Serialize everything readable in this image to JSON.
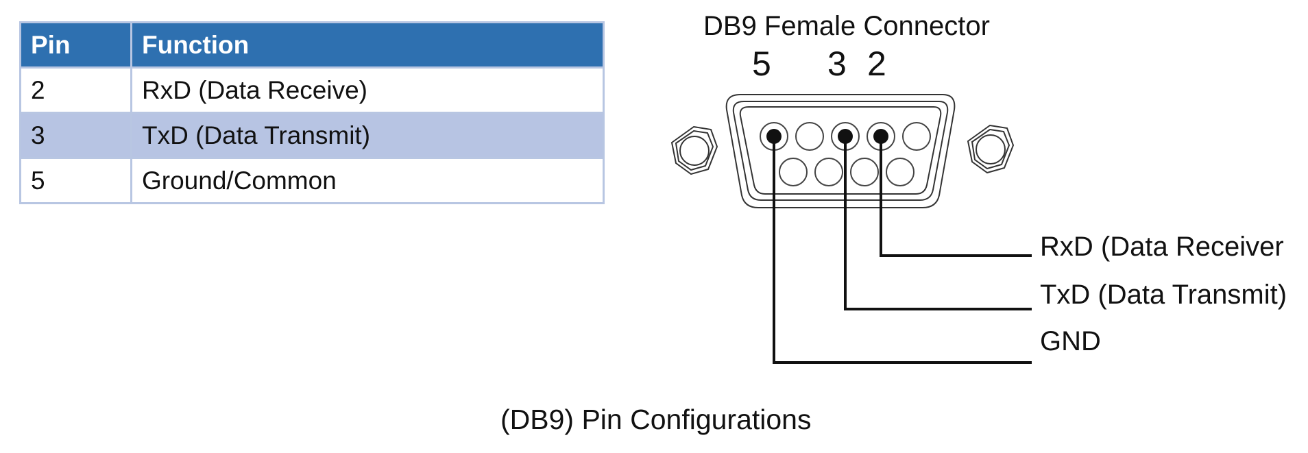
{
  "table": {
    "headers": {
      "pin": "Pin",
      "function": "Function"
    },
    "rows": [
      {
        "pin": "2",
        "function": "RxD (Data Receive)"
      },
      {
        "pin": "3",
        "function": "TxD (Data Transmit)"
      },
      {
        "pin": "5",
        "function": "Ground/Common"
      }
    ],
    "header_color": "#2e70b0",
    "alt_row_color": "#b7c4e3"
  },
  "diagram": {
    "title": "DB9 Female Connector",
    "pin_numbers": [
      "5",
      "3",
      "2"
    ],
    "signals": [
      "RxD (Data Receiver",
      "TxD (Data Transmit)",
      "GND"
    ]
  },
  "caption": "(DB9) Pin Configurations"
}
